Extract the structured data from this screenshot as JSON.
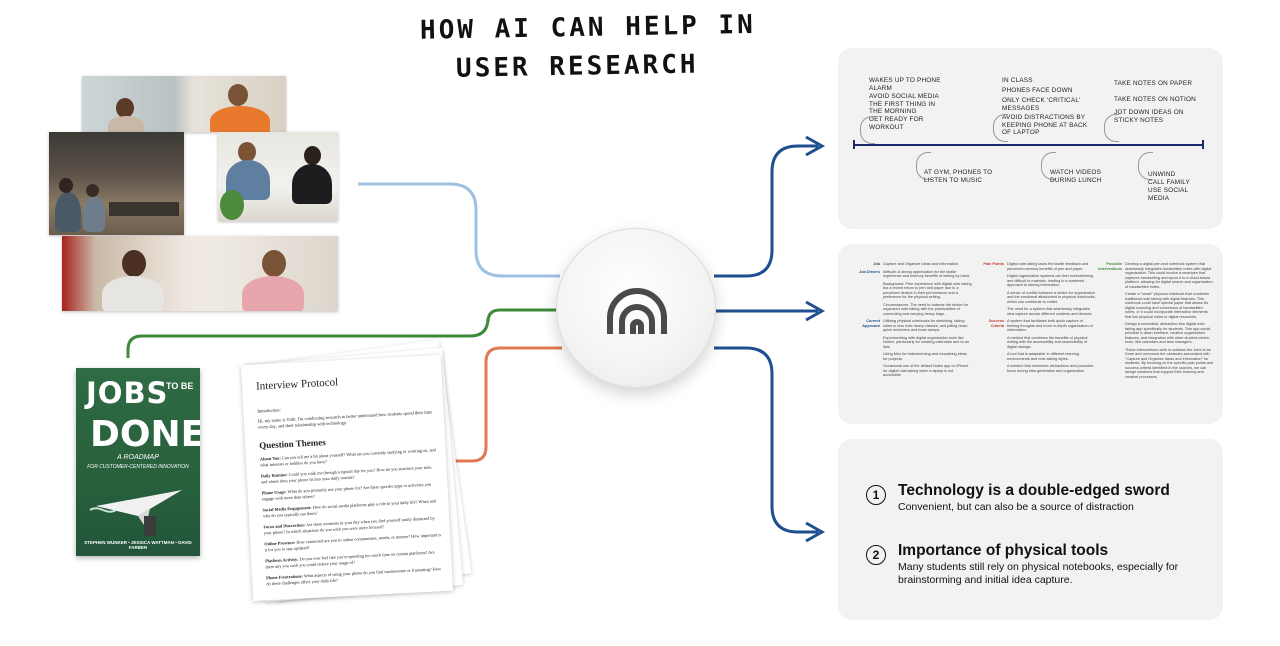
{
  "title": {
    "line1": "HOW AI CAN HELP IN",
    "line2": "USER RESEARCH"
  },
  "colors": {
    "wire_blue_light": "#9fc1e1",
    "wire_green": "#3f8a3a",
    "wire_orange": "#e07a52",
    "wire_navy": "#1f4f8f",
    "panel_bg": "#f2f2f2"
  },
  "hub": {
    "icon": "ai-arcs-icon"
  },
  "timeline": {
    "top_labels": [
      "WAKES UP TO PHONE ALARM",
      "AVOID SOCIAL MEDIA THE FIRST THING IN THE MORNING",
      "GET READY FOR WORKOUT",
      "IN CLASS",
      "PHONES FACE DOWN",
      "ONLY CHECK 'CRITICAL' MESSAGES",
      "AVOID DISTRACTIONS BY KEEPING PHONE AT BACK OF LAPTOP",
      "TAKE NOTES ON PAPER",
      "TAKE NOTES ON NOTION",
      "JOT DOWN IDEAS ON STICKY NOTES"
    ],
    "bottom_labels": [
      "AT GYM, PHONES TO LISTEN TO MUSIC",
      "WATCH VIDEOS DURING LUNCH",
      "UNWIND",
      "CALL FAMILY",
      "USE SOCIAL MEDIA"
    ]
  },
  "jtbd": {
    "col1": [
      {
        "head": "Job",
        "text": "Capture and Organize Ideas and Information"
      },
      {
        "head": "Job Drivers",
        "text": "Attitude: A strong appreciation for the tactile experience and memory benefits of writing by hand."
      },
      {
        "head": "",
        "text": "Background: Prior experience with digital note-taking but a recent return to pen and paper due to a perceived decline in their performance and a preference for the physical writing."
      },
      {
        "head": "",
        "text": "Circumstances: The need to balance the desire for organized note-taking with the practicalities of commuting and carrying heavy bags."
      },
      {
        "head": "Current Approach",
        "text": "Utilizing physical notebooks for sketching, taking notes in less note-heavy classes, and jotting down quick reminders and brain dumps."
      },
      {
        "head": "",
        "text": "Experimenting with digital organization tools like Notion, particularly for creating calendars and to-do lists."
      },
      {
        "head": "",
        "text": "Using Miro for brainstorming and visualizing ideas for projects."
      },
      {
        "head": "",
        "text": "Occasional use of the default Notes app on iPhone for digital note-taking when a laptop is not accessible."
      }
    ],
    "col2": [
      {
        "head": "Pain Points",
        "text": "Digital note-taking lacks the tactile feedback and perceived memory benefits of pen and paper."
      },
      {
        "head": "",
        "text": "Digital organization systems can feel overwhelming and difficult to maintain, leading to a scattered approach to storing information."
      },
      {
        "head": "",
        "text": "A sense of conflict between a desire for organization and the emotional attachment to physical notebooks, which can contribute to clutter."
      },
      {
        "head": "",
        "text": "The need for a system that seamlessly integrates idea capture across different contexts and devices."
      },
      {
        "head": "Success Criteria",
        "text": "A system that facilitates both quick capture of fleeting thoughts and more in-depth organization of information."
      },
      {
        "head": "",
        "text": "A method that combines the benefits of physical writing with the accessibility and searchability of digital storage."
      },
      {
        "head": "",
        "text": "A tool that is adaptable to different learning environments and note-taking styles."
      },
      {
        "head": "",
        "text": "A solution that minimizes distractions and promotes focus during idea generation and organization."
      }
    ],
    "col3": [
      {
        "head": "Possible Interventions",
        "text": "Develop a digital pen and notebook system that seamlessly integrates handwritten notes with digital organization. This could involve a smartpen that captures handwriting and syncs it to a cloud-based platform, allowing for digital search and organization of handwritten notes."
      },
      {
        "head": "",
        "text": "Create a \"smart\" physical notebook that combines traditional note-taking with digital features. This notebook could have special paper that allows for digital scanning and conversion of handwritten notes, or it could incorporate interactive elements that link physical notes to digital resources."
      },
      {
        "head": "",
        "text": "Design a minimalist, distraction-free digital note-taking app specifically for students. This app would prioritize a clean interface, intuitive organization features, and integration with other student-centric tools, like calendars and task managers."
      },
      {
        "head": "",
        "text": "These interventions seek to address the Jobs to be Done and overcome the obstacles associated with \"Capture and Organize Ideas and Information\" for students. By focusing on the specific pain points and success criteria identified in the sources, we can design solutions that support their learning and creative processes."
      }
    ]
  },
  "insights": [
    {
      "number": "1",
      "title": "Technology is a double-edged sword",
      "body": "Convenient, but can also be a source of distraction"
    },
    {
      "number": "2",
      "title": "Importance of physical tools",
      "body": "Many students still rely on physical notebooks, especially for brainstorming and initial idea capture."
    }
  ],
  "book": {
    "jobs": "JOBS",
    "tobe": "TO BE",
    "done": "DONE",
    "subtitle_a": "A ROADMAP",
    "subtitle_b": "FOR CUSTOMER-CENTERED INNOVATION",
    "authors": "STEPHEN WUNKER • JESSICA WATTMAN • DAVID FARBER"
  },
  "protocol": {
    "title": "Interview Protocol",
    "intro_heading": "Introduction:",
    "intro": "Hi, my name is Vidit. I'm conducting research to better understand how students spend their time every day, and their relationship with technology.",
    "themes_heading": "Question Themes",
    "questions": [
      {
        "label": "About You:",
        "text": "Can you tell me a bit about yourself? What are you currently studying or working on, and what interests or hobbies do you have?"
      },
      {
        "label": "Daily Routine:",
        "text": "Could you walk me through a typical day for you? How do you structure your time, and where does your phone fit into your daily routine?"
      },
      {
        "label": "Phone Usage:",
        "text": "What do you primarily use your phone for? Are there specific apps or activities you engage with more than others?"
      },
      {
        "label": "Social Media Engagement:",
        "text": "How do social media platforms play a role in your daily life? When and why do you typically use them?"
      },
      {
        "label": "Focus and Distraction:",
        "text": "Are there moments in your day when you find yourself easily distracted by your phone? In which situations do you wish you were more focused?"
      },
      {
        "label": "Online Presence:",
        "text": "How connected are you to online communities, trends, or memes? How important is it for you to stay updated?"
      },
      {
        "label": "Platform Activity:",
        "text": "Do you ever feel like you're spending too much time on certain platforms? Are there any you wish you could reduce your usage of?"
      },
      {
        "label": "Phone Frustrations:",
        "text": "What aspects of using your phone do you find cumbersome or frustrating? How do these challenges affect your daily life?"
      }
    ]
  }
}
